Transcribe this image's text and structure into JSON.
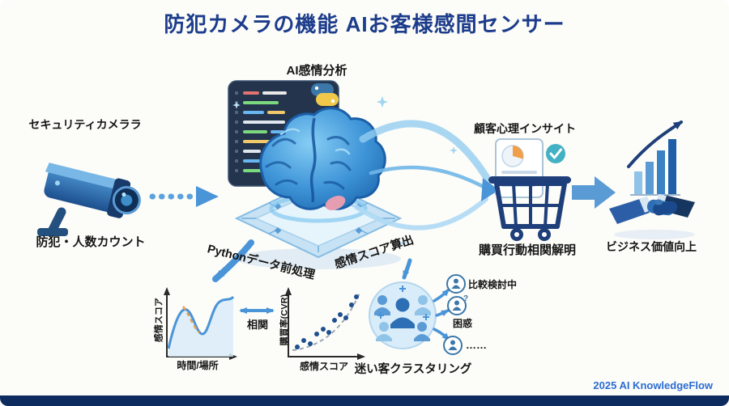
{
  "title": "防犯カメラの機能 AIお客様感間センサー",
  "footer": {
    "credit": "2025 AI KnowledgeFlow"
  },
  "flow": {
    "camera": {
      "top_label": "セキュリティカメララ",
      "bottom_label": "防犯・人数カウント"
    },
    "ai": {
      "top_label": "AI感情分析",
      "left_edge_label": "Pythonデータ前処理",
      "right_edge_label": "感情スコア算出"
    },
    "cart": {
      "top_label": "顧客心理インサイト",
      "bottom_label": "購買行動相関解明"
    },
    "handshake": {
      "bottom_label": "ビジネス価値向上"
    }
  },
  "charts": {
    "correlation_label": "相関",
    "emotion_over_time": {
      "type": "line",
      "ylabel": "感情スコア",
      "xlabel": "時間/場所"
    },
    "cvr_vs_emotion": {
      "type": "scatter",
      "ylabel": "購買率(CVR)",
      "xlabel": "感情スコア"
    }
  },
  "clustering": {
    "label": "迷い客クラスタリング",
    "categories": [
      {
        "label": "比較検討中"
      },
      {
        "label": "困惑",
        "glyph": "?"
      },
      {
        "label": "……"
      }
    ]
  },
  "colors": {
    "title": "#1c3c8c",
    "arrow_blue": "#4a94d8",
    "dark_navy": "#1e3f7a",
    "footer_bar": "#0d2b5e",
    "credit_blue": "#2b6cd4"
  }
}
